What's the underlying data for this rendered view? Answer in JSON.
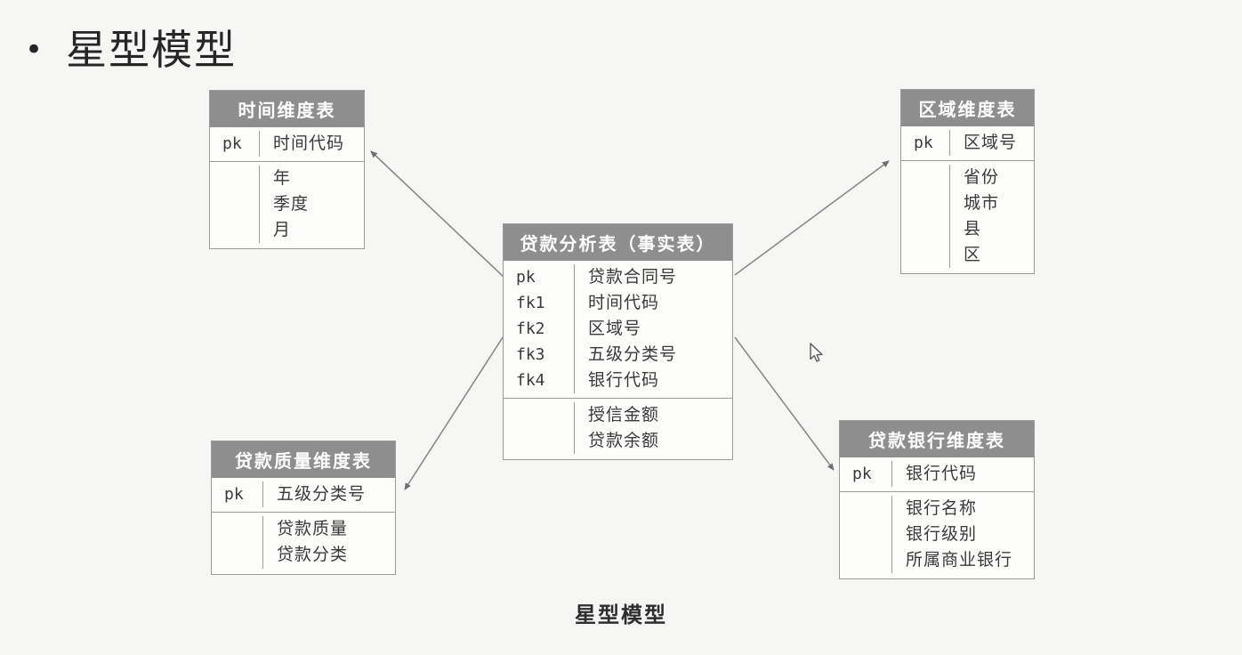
{
  "page": {
    "title_bullet": "•",
    "title": "星型模型",
    "caption": "星型模型"
  },
  "colors": {
    "page_background": "#f6f6f5",
    "table_header_bg": "#8e8e8e",
    "table_header_text": "#ffffff",
    "table_border": "#9b9b9b",
    "arrow": "#888888",
    "body_text": "#3a3a3a"
  },
  "tables": [
    {
      "id": "time-dimension",
      "title": "时间维度表",
      "keys": [
        {
          "k": "pk",
          "f": "时间代码"
        }
      ],
      "attrs": [
        "年",
        "季度",
        "月"
      ]
    },
    {
      "id": "region-dimension",
      "title": "区域维度表",
      "keys": [
        {
          "k": "pk",
          "f": "区域号"
        }
      ],
      "attrs": [
        "省份",
        "城市",
        "县",
        "区"
      ]
    },
    {
      "id": "loan-fact",
      "title": "贷款分析表（事实表）",
      "keys": [
        {
          "k": "pk",
          "f": "贷款合同号"
        },
        {
          "k": "fk1",
          "f": "时间代码"
        },
        {
          "k": "fk2",
          "f": "区域号"
        },
        {
          "k": "fk3",
          "f": "五级分类号"
        },
        {
          "k": "fk4",
          "f": "银行代码"
        }
      ],
      "attrs": [
        "授信金额",
        "贷款余额"
      ]
    },
    {
      "id": "loan-quality-dimension",
      "title": "贷款质量维度表",
      "keys": [
        {
          "k": "pk",
          "f": "五级分类号"
        }
      ],
      "attrs": [
        "贷款质量",
        "贷款分类"
      ]
    },
    {
      "id": "loan-bank-dimension",
      "title": "贷款银行维度表",
      "keys": [
        {
          "k": "pk",
          "f": "银行代码"
        }
      ],
      "attrs": [
        "银行名称",
        "银行级别",
        "所属商业银行"
      ]
    }
  ]
}
